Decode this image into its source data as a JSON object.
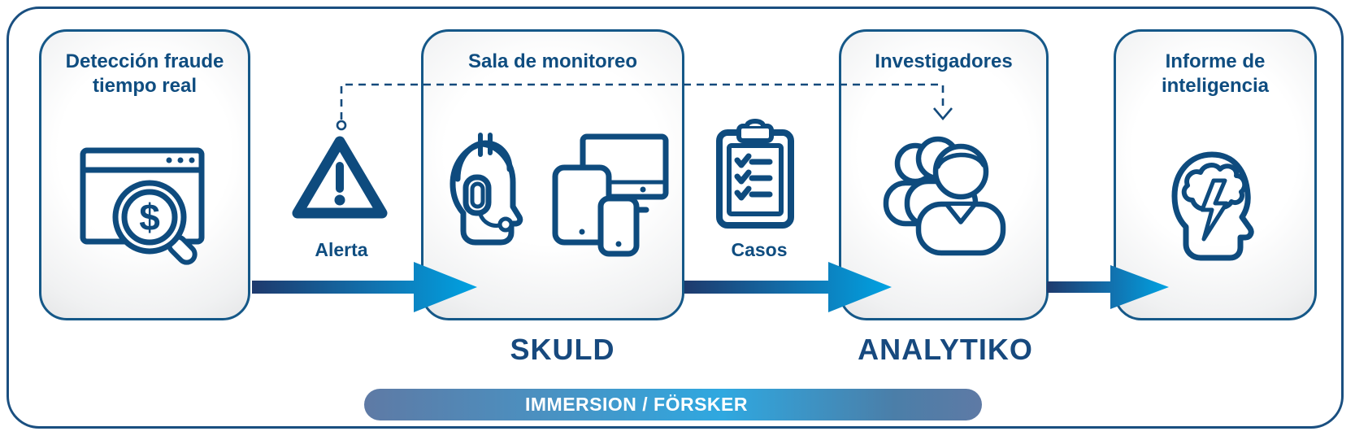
{
  "stations": [
    {
      "title_line1": "Detección fraude",
      "title_line2": "tiempo real",
      "icon": "fraud-detection-icon"
    },
    {
      "title_line1": "Sala de monitoreo",
      "title_line2": "",
      "icon": "operator-and-devices-icon"
    },
    {
      "title_line1": "Investigadores",
      "title_line2": "",
      "icon": "investigators-icon"
    },
    {
      "title_line1": "Informe de",
      "title_line2": "inteligencia",
      "icon": "intelligence-brain-icon"
    }
  ],
  "connectors": {
    "alert_label": "Alerta",
    "cases_label": "Casos"
  },
  "products": {
    "monitoring_label": "SKULD",
    "investigation_label": "ANALYTIKO"
  },
  "banner": {
    "label": "IMMERSION / FÖRSKER"
  },
  "colors": {
    "navy": "#0e4b7e",
    "title_text": "#0f4d80",
    "arrow_dark": "#1e3a6d",
    "arrow_bright": "#00a3e3",
    "banner_slate": "#5e7aa5",
    "banner_azure": "#2fa8e0",
    "box_border": "#155888",
    "frame_border": "#1a4f80"
  }
}
